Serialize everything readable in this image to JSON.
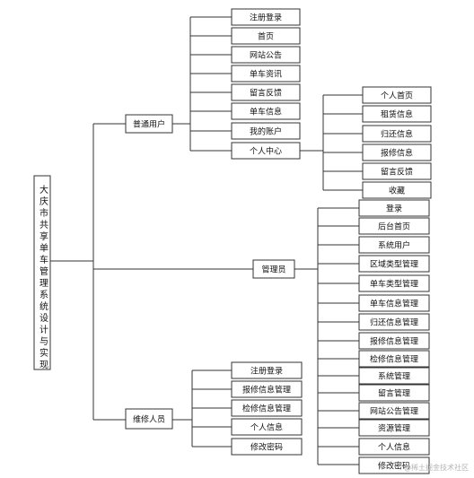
{
  "root": {
    "label": "大庆市共享单车管理系统设计与实现"
  },
  "groups": [
    {
      "label": "普通用户",
      "children": [
        {
          "label": "注册登录"
        },
        {
          "label": "首页"
        },
        {
          "label": "网站公告"
        },
        {
          "label": "单车资讯"
        },
        {
          "label": "留言反馈"
        },
        {
          "label": "单车信息"
        },
        {
          "label": "我的账户"
        },
        {
          "label": "个人中心",
          "children": [
            "个人首页",
            "租赁信息",
            "归还信息",
            "报修信息",
            "留言反馈",
            "收藏"
          ]
        }
      ]
    },
    {
      "label": "管理员",
      "children": [
        {
          "label": "登录"
        },
        {
          "label": "后台首页"
        },
        {
          "label": "系统用户"
        },
        {
          "label": "区域类型管理"
        },
        {
          "label": "单车类型管理"
        },
        {
          "label": "单车信息管理"
        },
        {
          "label": "归还信息管理"
        },
        {
          "label": "报修信息管理"
        },
        {
          "label": "检修信息管理"
        },
        {
          "label": "系统管理"
        },
        {
          "label": "留言管理"
        },
        {
          "label": "网站公告管理"
        },
        {
          "label": "资源管理"
        },
        {
          "label": "个人信息"
        },
        {
          "label": "修改密码"
        }
      ]
    },
    {
      "label": "维修人员",
      "children": [
        {
          "label": "注册登录"
        },
        {
          "label": "报修信息管理"
        },
        {
          "label": "检修信息管理"
        },
        {
          "label": "个人信息"
        },
        {
          "label": "修改密码"
        }
      ]
    }
  ],
  "watermark": "@稀土掘金技术社区"
}
